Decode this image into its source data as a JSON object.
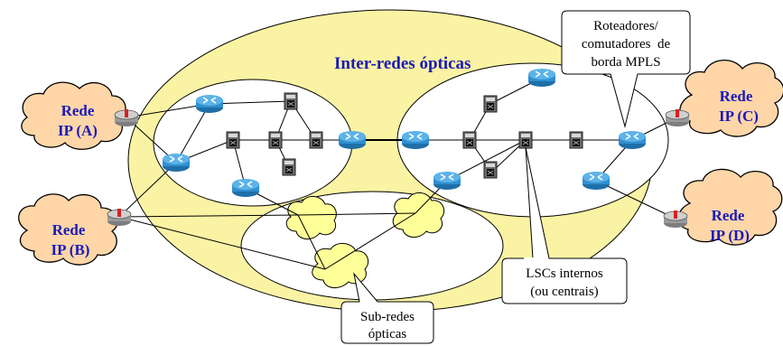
{
  "title": "Inter-redes ópticas",
  "callouts": {
    "edge_routers_line1": "Roteadores/",
    "edge_routers_line2": "comutadores  de",
    "edge_routers_line3": "borda MPLS",
    "internal_lsc_line1": "LSCs internos",
    "internal_lsc_line2": "(ou centrais)",
    "subnets_line1": "Sub-redes",
    "subnets_line2": "ópticas"
  },
  "networks": {
    "a_line1": "Rede",
    "a_line2": "IP (A)",
    "b_line1": "Rede",
    "b_line2": "IP (B)",
    "c_line1": "Rede",
    "c_line2": "IP (C)",
    "d_line1": "Rede",
    "d_line2": "IP (D)"
  },
  "colors": {
    "outer_ellipse": "#fbf3a4",
    "cloud_fill": "#ffd6a8",
    "subnet_cloud_fill": "#ffff99",
    "router_blue": "#2f8fd0",
    "label_blue": "#1a1ab8"
  },
  "icons": {
    "edge_router": "blue-router-icon",
    "internal_switch": "gray-switch-icon",
    "ip_router": "ip-router-icon"
  }
}
